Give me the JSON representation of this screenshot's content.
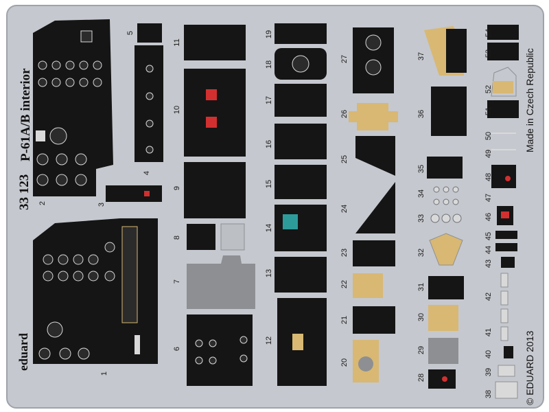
{
  "sheet": {
    "product_number": "33 123",
    "product_title": "P-61A/B interior",
    "brand": "eduard",
    "origin": "Made in Czech Republic",
    "copyright": "© EDUARD 2013"
  },
  "part_numbers": [
    "1",
    "2",
    "3",
    "4",
    "5",
    "6",
    "7",
    "8",
    "9",
    "10",
    "11",
    "12",
    "13",
    "14",
    "15",
    "16",
    "17",
    "18",
    "19",
    "20",
    "21",
    "22",
    "23",
    "24",
    "25",
    "26",
    "27",
    "28",
    "29",
    "30",
    "31",
    "32",
    "33",
    "34",
    "35",
    "36",
    "37",
    "38",
    "39",
    "40",
    "41",
    "42",
    "43",
    "44",
    "45",
    "46",
    "47",
    "48",
    "49",
    "50",
    "51",
    "52",
    "53",
    "54"
  ],
  "colors": {
    "fret": "#c5c8ce",
    "fret_edge": "#9ea3aa",
    "panel": "#151515",
    "instrument": "#2b2b2b",
    "instrument_ring": "#d9d9d9",
    "grey_part": "#8d8f93",
    "yellow_part": "#d8b873",
    "red_light": "#d23030"
  }
}
